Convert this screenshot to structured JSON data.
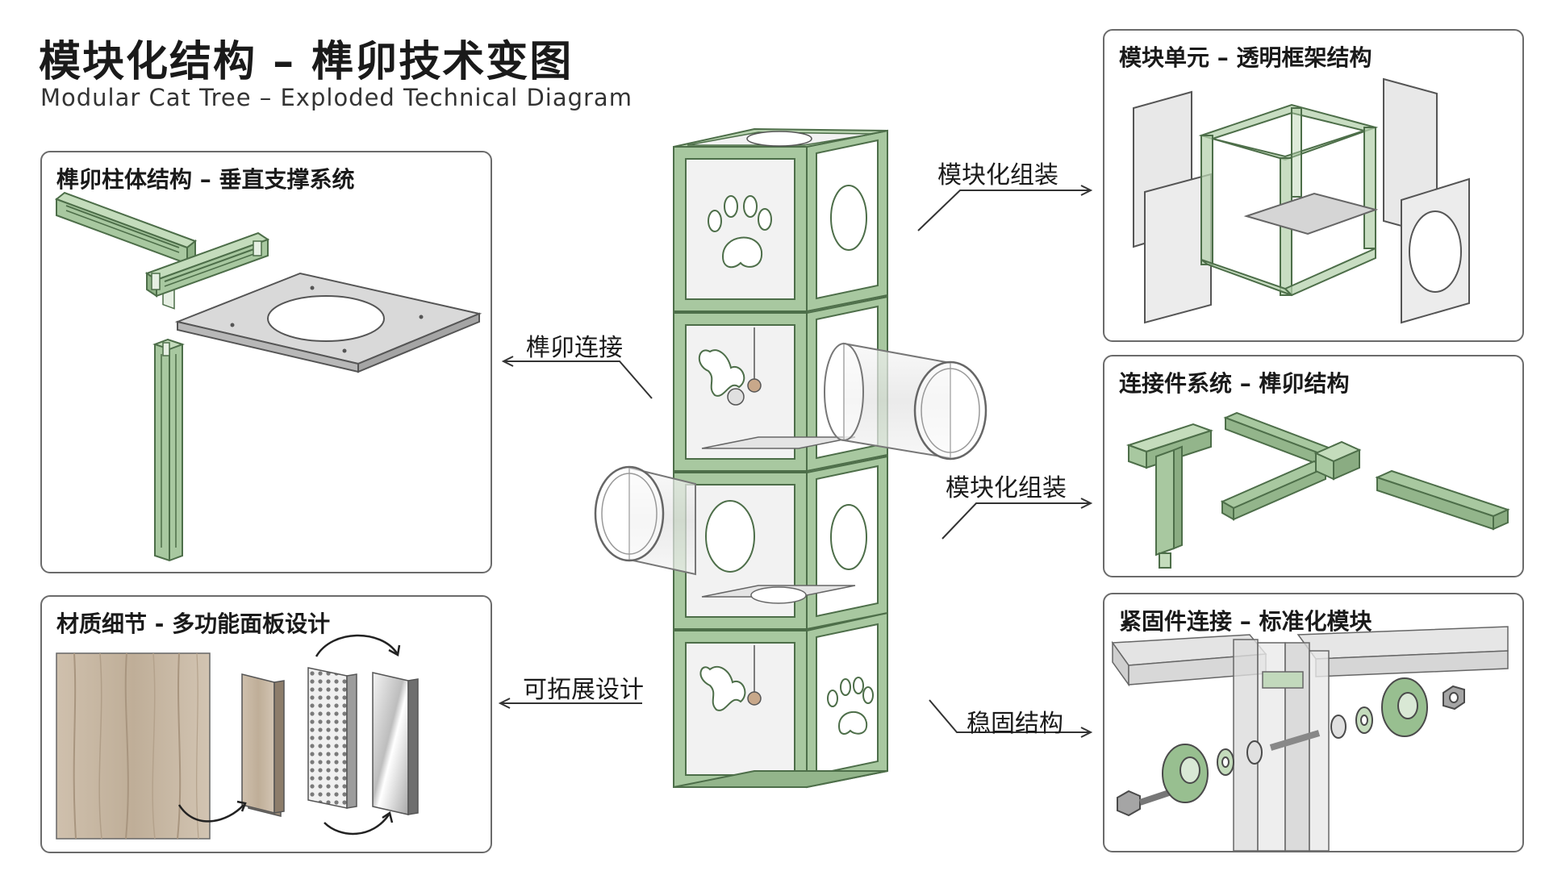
{
  "title": "模块化结构 – 榫卯技术变图",
  "subtitle": "Modular Cat Tree – Exploded Technical Diagram",
  "panels": {
    "tenon_column": {
      "title": "榫卯柱体结构 – 垂直支撑系统"
    },
    "material": {
      "title": "材质细节 - 多功能面板设计"
    },
    "module_unit": {
      "title": "模块单元 – 透明框架结构"
    },
    "connector": {
      "title": "连接件系统 – 榫卯结构"
    },
    "fastener": {
      "title": "紧固件连接 – 标准化模块"
    }
  },
  "callouts": {
    "modular_assembly_top": "模块化组装",
    "tenon_joint": "榫卯连接",
    "modular_assembly_mid": "模块化组装",
    "expandable_design": "可拓展设计",
    "stable_structure": "稳固结构"
  },
  "colors": {
    "frame_green": "#a8c8a0",
    "frame_green_dark": "#5f8a5b",
    "panel_white": "#f2f2f2",
    "wood": "#c9b8a3",
    "outline": "#4a4a4a"
  }
}
